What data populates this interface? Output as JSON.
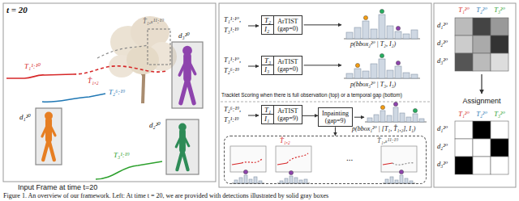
{
  "diagram": {
    "caption": "Figure 1. An overview of our framework. Left: At time t = 20, we are provided with detections illustrated by solid gray boxes",
    "nodes": [
      {
        "text": [
          "T₂",
          "I₂",
          "ArTIST",
          "(gap=0)"
        ]
      },
      {
        "text": [
          "T₃",
          "I₃",
          "ArTIST",
          "(gap=0)"
        ]
      },
      {
        "text": [
          "T₁",
          "I₁",
          "ArTIST",
          "(gap=9)"
        ]
      },
      {
        "text": [
          "Inpainting",
          "(gap=9)"
        ]
      },
      {
        "text": [
          "T̂₁,₂",
          "...",
          "T̂₁,ₛ¹¹:¹⁹"
        ]
      }
    ],
    "edges": [
      {
        "from": 2,
        "to": 3,
        "arrow": "to"
      },
      {
        "from": 3,
        "to": 4,
        "arrow": "to"
      }
    ],
    "labels": [
      "t = 20",
      "T₁¹:¹⁰",
      "T̂₁,₂",
      "T̂₁,ₛ¹¹:¹⁹",
      "d₃²⁰",
      "T₂⁶:¹⁹",
      "d₁²⁰",
      "d₂²⁰",
      "T₃¹:¹⁹",
      "Input Frame at time t=20",
      "T₁¹:¹⁰,",
      "T₃¹:¹⁹",
      "p(bbox₂²⁰ | T₂, I₂)",
      "T₁¹:¹⁰,",
      "T₂⁶:¹⁹",
      "p(bbox₃²⁰ | T₃, I₃)",
      "Tracklet Scoring when there is full observation (top) or a temporal gap (bottom)",
      "T₂⁶:¹⁹,",
      "T₃¹:¹⁹",
      "p(bbox₁²⁰ | [T₁, T̂₁,₂], I₁)",
      "T₁²⁰",
      "T₂²⁰",
      "T₃²⁰",
      "d₁²⁰",
      "d₂²⁰",
      "d₃²⁰",
      "Assignment",
      "T₁²⁰",
      "T₂²⁰",
      "T₃²⁰",
      "d₁²⁰",
      "d₂²⁰",
      "d₃²⁰"
    ]
  }
}
